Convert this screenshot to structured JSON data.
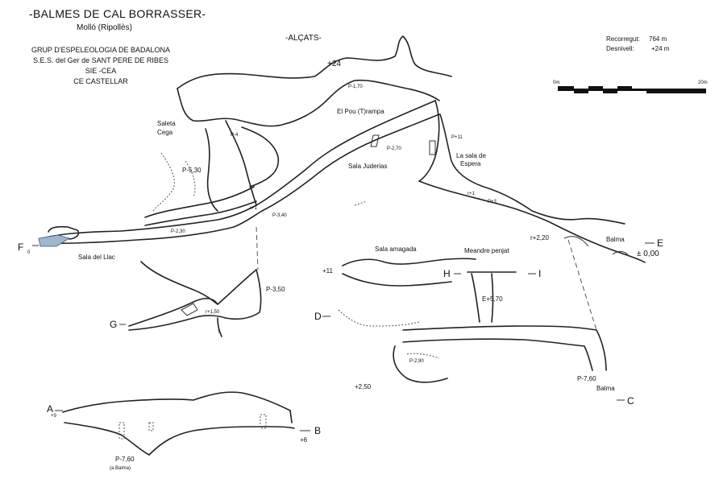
{
  "header": {
    "title": "-BALMES DE CAL BORRASSER-",
    "location": "Molló (Ripollès)",
    "section": "-ALÇATS-",
    "groups": [
      "GRUP D'ESPELEOLOGIA DE BADALONA",
      "S.E.S. del Ger de SANT PERE DE RIBES",
      "SIE -CEA",
      "CE CASTELLAR"
    ]
  },
  "stats": {
    "length_label": "Recorregut:",
    "length_value": "764 m",
    "depth_label": "Desnivell:",
    "depth_value": "+24 m"
  },
  "scale": {
    "start": "0m",
    "end": "20m"
  },
  "labels": {
    "plus24": "+24",
    "p170": "P-1,70",
    "pou_trampa": "El Pou (T)rampa",
    "saleta_cega_1": "Saleta",
    "saleta_cega_2": "Cega",
    "p4": "P-4",
    "p270": "P-2,70",
    "p11": "P+11",
    "sala_espera_1": "La sala de",
    "sala_espera_2": "Espera",
    "sala_juderias": "Sala Juderias",
    "p530": "P-5,30",
    "r1a": "r+1",
    "r1b": "r+1",
    "p3": "P+3",
    "p340": "P-3,40",
    "p230": "P-2,30",
    "f": "F",
    "f0": "0",
    "sala_llac": "Sala del Llac",
    "r220": "r+2,20",
    "balma_e": "Balma",
    "e": "E",
    "e0": "± 0,00",
    "sala_amagada": "Sala amagada",
    "meandre": "Meandre penjat",
    "plus11": "+11",
    "h": "H",
    "i": "I",
    "e570": "E+5,70",
    "p350": "P-3,50",
    "r150": "r+1,50",
    "g": "G",
    "d": "D",
    "q": "?",
    "p290": "P-2,90",
    "plus250": "+2,50",
    "p760": "P-7,60",
    "balma_c": "Balma",
    "c": "C",
    "a": "A",
    "plus9": "+9",
    "b": "B",
    "plus6": "+6",
    "p760b": "P-7,60",
    "a_balma": "(a Balma)"
  },
  "colors": {
    "ink": "#222222",
    "water": "#9fb6cf"
  }
}
